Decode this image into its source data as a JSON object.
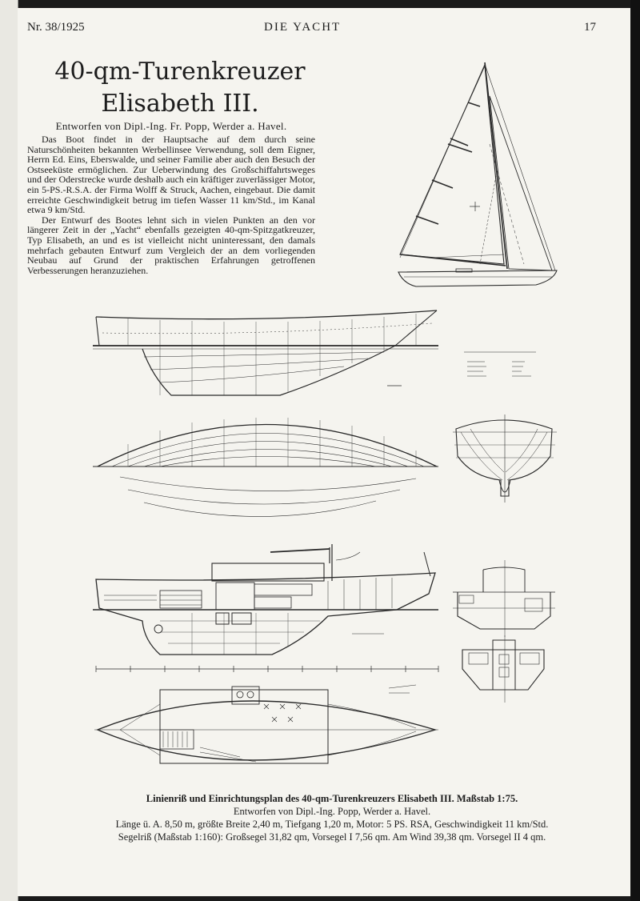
{
  "header": {
    "issue": "Nr. 38/1925",
    "magazine": "DIE YACHT",
    "page_number": "17"
  },
  "article": {
    "title_line1": "40-qm-Turenkreuzer",
    "title_line2": "Elisabeth III.",
    "designer_line": "Entworfen von Dipl.-Ing. Fr. Popp, Werder a. Havel.",
    "paragraphs": [
      "Das Boot findet in der Hauptsache auf dem durch seine Naturschönheiten bekannten Werbellinsee Verwendung, soll dem Eigner, Herrn Ed. Eins, Eberswalde, und seiner Familie aber auch den Besuch der Ostseeküste ermöglichen. Zur Ueberwindung des Großschiffahrtsweges und der Oderstrecke wurde deshalb auch ein kräftiger zuverlässiger Motor, ein 5-PS.-R.S.A. der Firma Wolff & Struck, Aachen, eingebaut. Die damit erreichte Geschwindigkeit betrug im tiefen Wasser 11 km/Std., im Kanal etwa 9 km/Std.",
      "Der Entwurf des Bootes lehnt sich in vielen Punkten an den vor längerer Zeit in der „Yacht“ ebenfalls gezeigten 40-qm-Spitzgatkreuzer, Typ Elisabeth, an und es ist vielleicht nicht uninteressant, den damals mehrfach gebauten Entwurf zum Vergleich der an dem vorliegenden Neubau auf Grund der praktischen Erfahrungen getroffenen Verbesserungen heranzuziehen."
    ]
  },
  "caption": {
    "line1": "Linienriß und Einrichtungsplan des 40-qm-Turenkreuzers Elisabeth III. Maßstab 1:75.",
    "line2": "Entworfen von Dipl.-Ing. Popp, Werder a. Havel.",
    "line3": "Länge ü. A. 8,50 m, größte Breite 2,40 m, Tiefgang 1,20 m, Motor: 5 PS. RSA, Geschwindigkeit 11 km/Std.",
    "line4": "Segelriß (Maßstab 1:160): Großsegel 31,82 qm, Vorsegel I 7,56 qm. Am Wind 39,38 qm. Vorsegel II 4 qm."
  },
  "colors": {
    "page_background": "#f5f4ef",
    "ink": "#1c1c1c",
    "scan_border": "#1a1a1a"
  },
  "figures": [
    {
      "name": "sail-plan",
      "icon": "sailboat-rig-drawing"
    },
    {
      "name": "profile-lines-plan",
      "icon": "hull-profile-drawing"
    },
    {
      "name": "half-breadth-plan",
      "icon": "waterlines-drawing"
    },
    {
      "name": "body-plan",
      "icon": "hull-sections-drawing"
    },
    {
      "name": "interior-profile",
      "icon": "accommodation-section-drawing"
    },
    {
      "name": "interior-sections",
      "icon": "cabin-sections-drawing"
    },
    {
      "name": "deck-layout-plan",
      "icon": "accommodation-plan-drawing"
    }
  ]
}
